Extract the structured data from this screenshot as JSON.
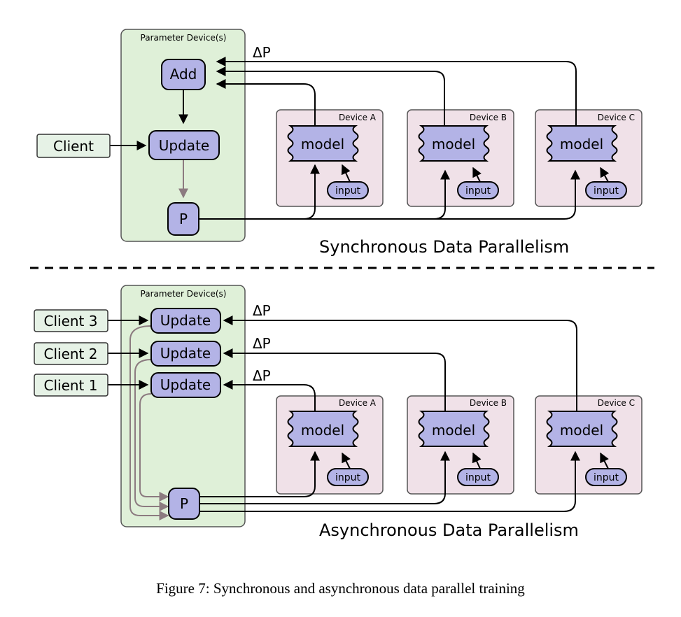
{
  "colors": {
    "param_fill": "#dff0d8",
    "param_stroke": "#555555",
    "device_fill": "#f0e1e8",
    "device_stroke": "#555555",
    "node_fill": "#b3b3e6",
    "client_fill": "#e6f2e6",
    "black_arrow": "#000000",
    "grey_arrow": "#8c7b80"
  },
  "sync": {
    "param_label": "Parameter Device(s)",
    "add_label": "Add",
    "update_label": "Update",
    "p_label": "P",
    "client_label": "Client",
    "delta_label": "ΔP",
    "devices": [
      {
        "name": "Device A",
        "model": "model",
        "input": "input"
      },
      {
        "name": "Device B",
        "model": "model",
        "input": "input"
      },
      {
        "name": "Device C",
        "model": "model",
        "input": "input"
      }
    ],
    "title": "Synchronous Data Parallelism"
  },
  "async": {
    "param_label": "Parameter Device(s)",
    "updates": [
      "Update",
      "Update",
      "Update"
    ],
    "clients": [
      "Client 3",
      "Client 2",
      "Client 1"
    ],
    "deltas": [
      "ΔP",
      "ΔP",
      "ΔP"
    ],
    "p_label": "P",
    "devices": [
      {
        "name": "Device A",
        "model": "model",
        "input": "input"
      },
      {
        "name": "Device B",
        "model": "model",
        "input": "input"
      },
      {
        "name": "Device C",
        "model": "model",
        "input": "input"
      }
    ],
    "title": "Asynchronous Data Parallelism"
  },
  "caption": "Figure 7: Synchronous and asynchronous data parallel training"
}
